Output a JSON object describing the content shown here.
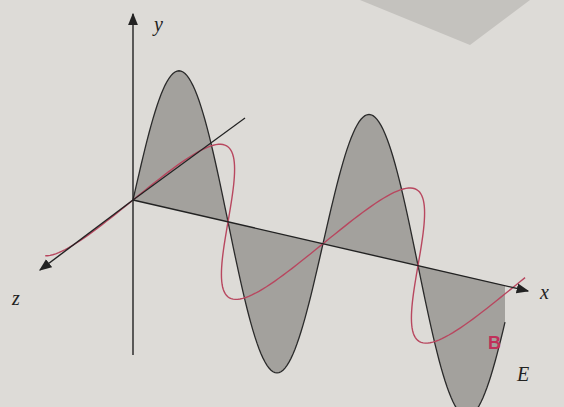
{
  "diagram": {
    "labels": [
      "y",
      "z",
      "x",
      "B",
      "E"
    ]
  }
}
